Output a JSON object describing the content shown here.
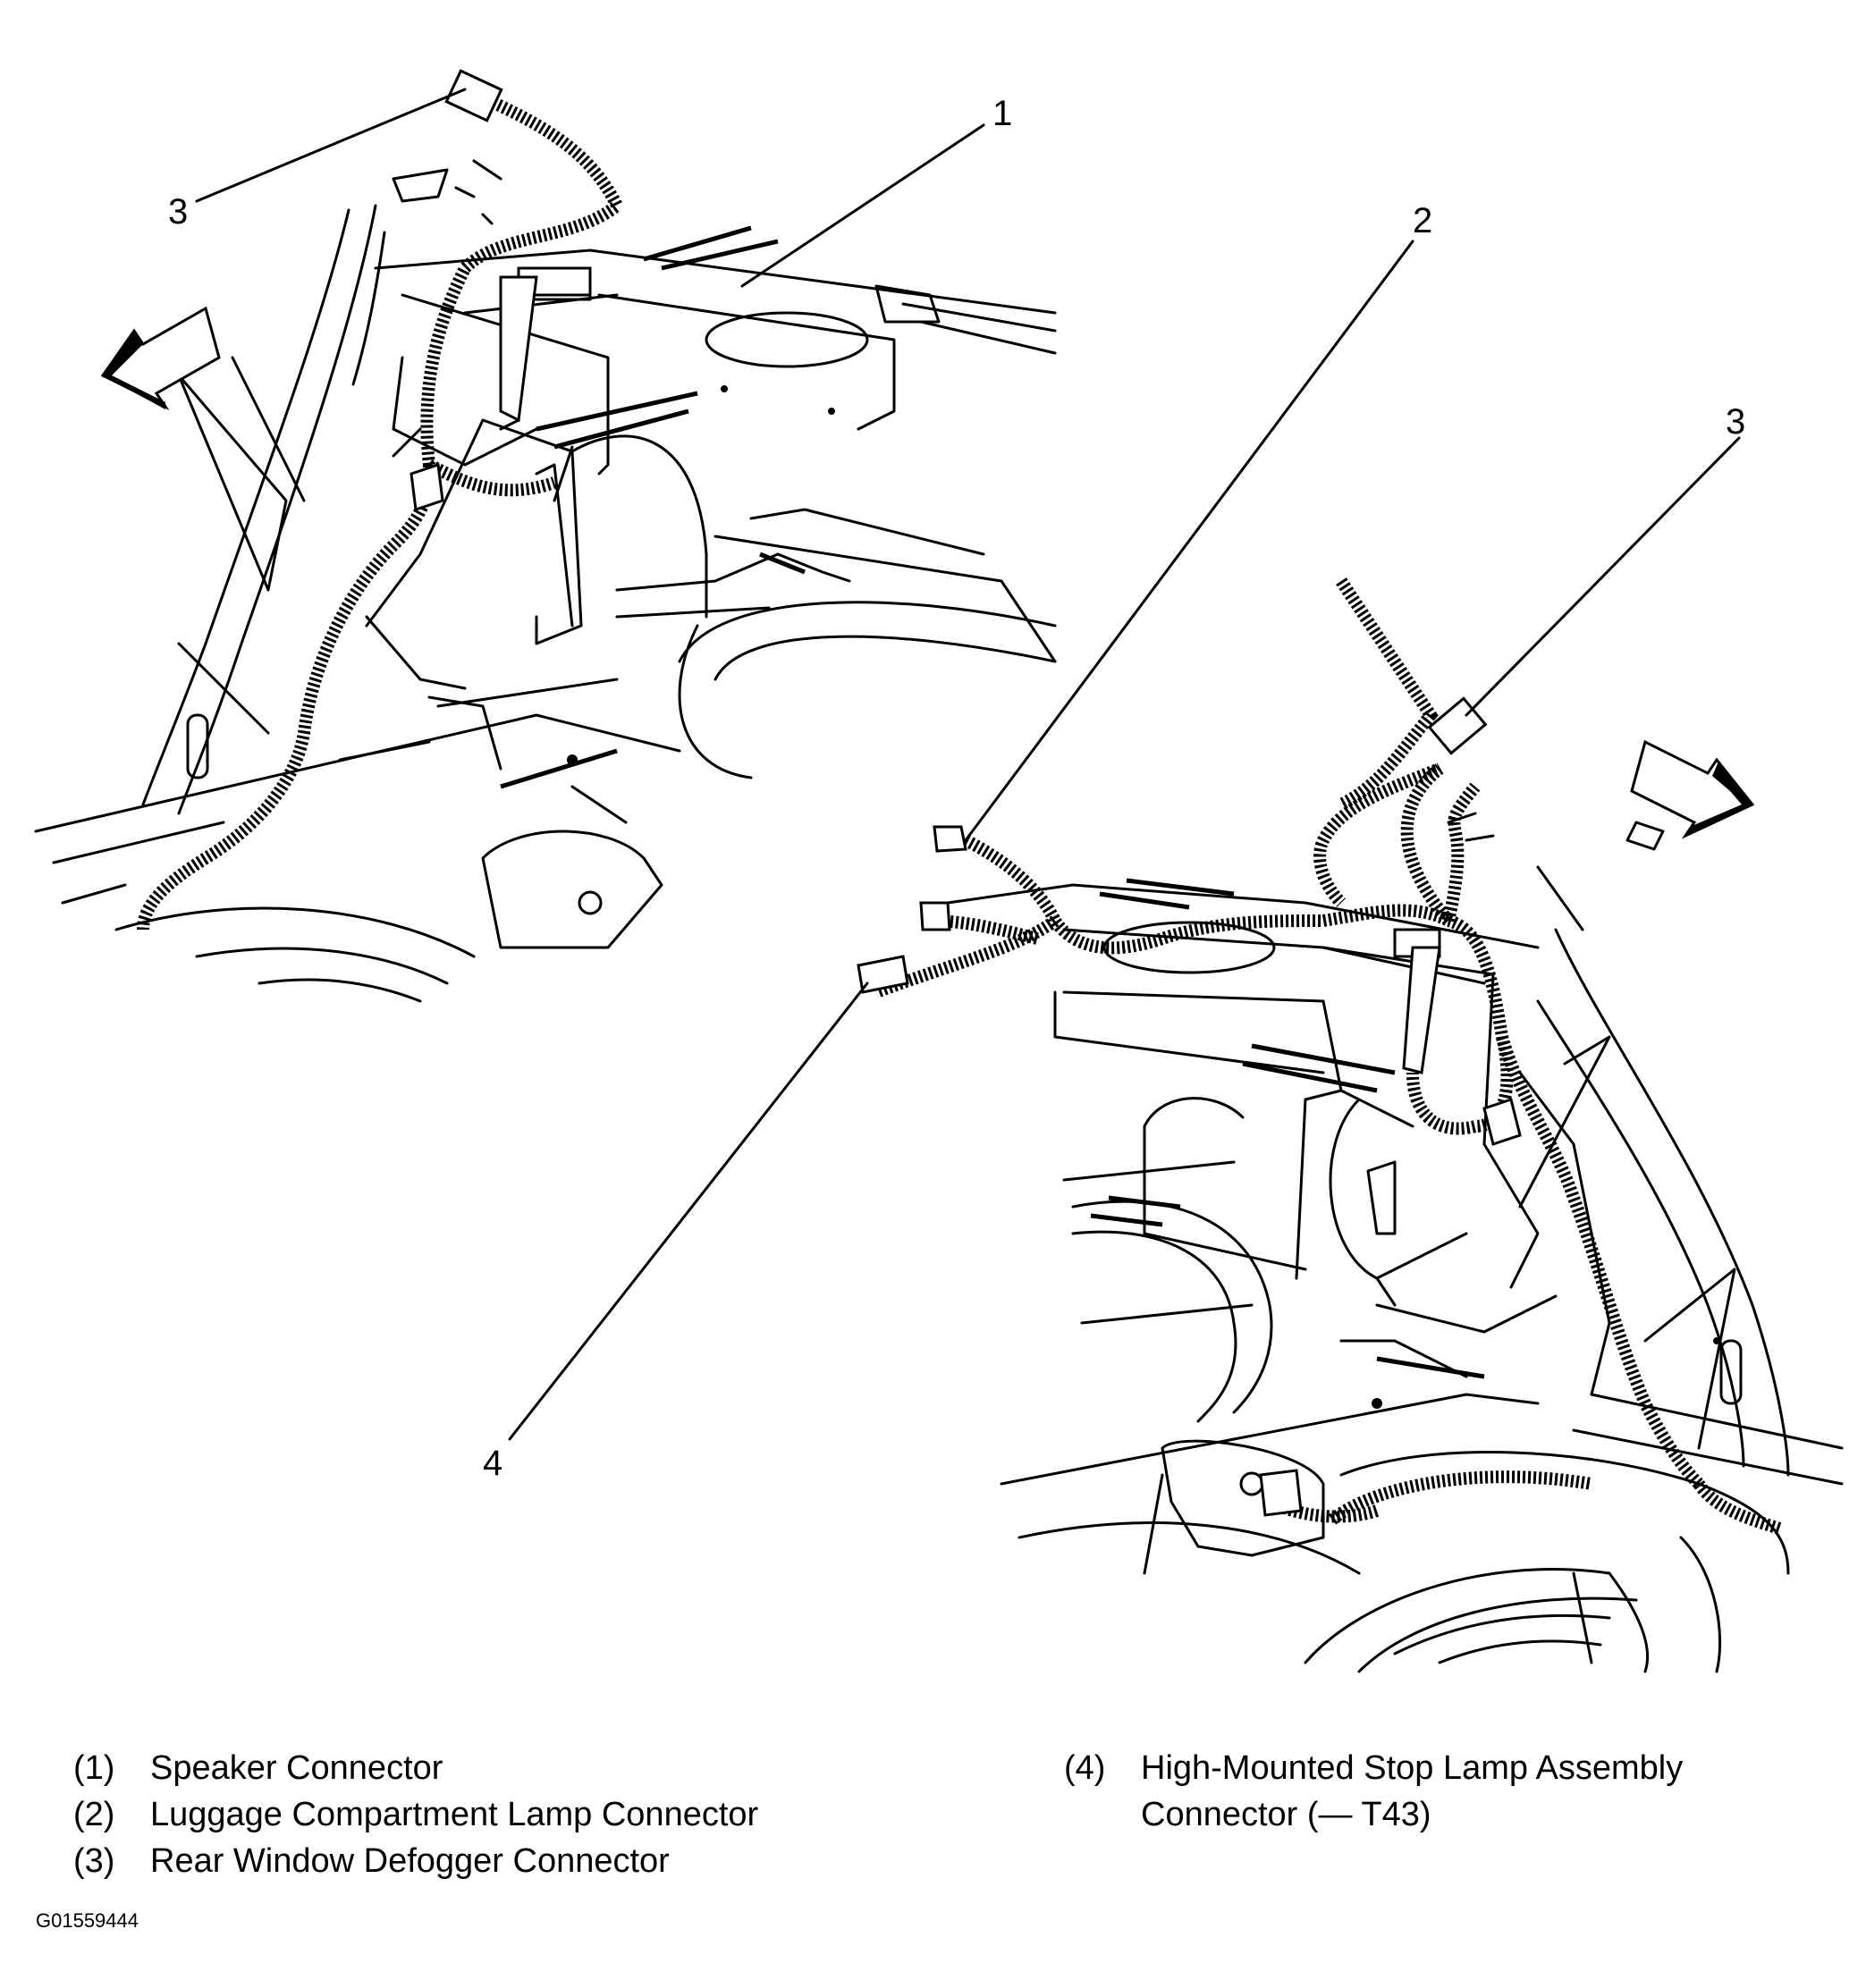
{
  "callouts": {
    "c1": "1",
    "c2": "2",
    "c3a": "3",
    "c3b": "3",
    "c4": "4"
  },
  "legend": [
    {
      "num": "(1)",
      "label": "Speaker Connector"
    },
    {
      "num": "(2)",
      "label": "Luggage Compartment Lamp Connector"
    },
    {
      "num": "(3)",
      "label": "Rear Window Defogger Connector"
    },
    {
      "num": "(4)",
      "label": "High-Mounted Stop Lamp Assembly",
      "label_cont": "Connector (— T43)"
    }
  ],
  "figure_id": "G01559444",
  "icons": {
    "front_arrow_left": "direction-arrow-icon",
    "front_arrow_right": "direction-arrow-icon"
  }
}
